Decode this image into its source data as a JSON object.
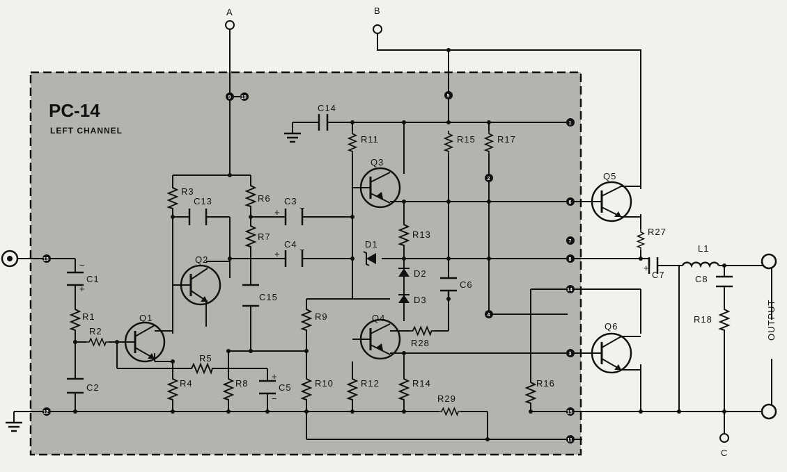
{
  "board": {
    "title": "PC-14",
    "subtitle": "LEFT CHANNEL"
  },
  "terminals": {
    "a": "A",
    "b": "B",
    "c": "C",
    "output": "OUTPUT"
  },
  "transistors": {
    "q1": "Q1",
    "q2": "Q2",
    "q3": "Q3",
    "q4": "Q4",
    "q5": "Q5",
    "q6": "Q6"
  },
  "resistors": {
    "r1": "R1",
    "r2": "R2",
    "r3": "R3",
    "r4": "R4",
    "r5": "R5",
    "r6": "R6",
    "r7": "R7",
    "r8": "R8",
    "r9": "R9",
    "r10": "R10",
    "r11": "R11",
    "r12": "R12",
    "r13": "R13",
    "r14": "R14",
    "r15": "R15",
    "r16": "R16",
    "r17": "R17",
    "r18": "R18",
    "r27": "R27",
    "r28": "R28",
    "r29": "R29"
  },
  "capacitors": {
    "c1": "C1",
    "c2": "C2",
    "c3": "C3",
    "c4": "C4",
    "c5": "C5",
    "c6": "C6",
    "c7": "C7",
    "c8": "C8",
    "c13": "C13",
    "c14": "C14",
    "c15": "C15"
  },
  "diodes": {
    "d1": "D1",
    "d2": "D2",
    "d3": "D3"
  },
  "inductors": {
    "l1": "L1"
  },
  "polarity": {
    "plus": "+",
    "minus": "−"
  },
  "pins": {
    "p1": "1",
    "p2": "2",
    "p3": "3",
    "p4": "4",
    "p5": "5",
    "p6": "6",
    "p7": "7",
    "p8": "8",
    "p9": "9",
    "p10": "10",
    "p11": "11",
    "p12": "12",
    "p13": "13",
    "p14": "14",
    "p15": "15"
  }
}
